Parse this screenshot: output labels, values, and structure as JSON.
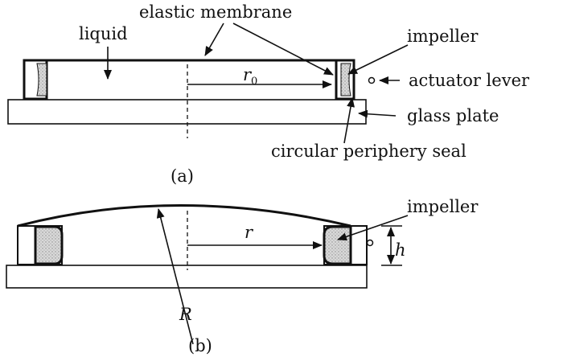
{
  "figure": {
    "labels": {
      "elastic_membrane": "elastic membrane",
      "liquid": "liquid",
      "impeller_a": "impeller",
      "actuator_lever": "actuator lever",
      "glass_plate": "glass plate",
      "circular_periphery_seal": "circular periphery seal",
      "impeller_b": "impeller"
    },
    "symbols": {
      "r0_main": "r",
      "r0_sub": "0",
      "r": "r",
      "h": "h",
      "R": "R"
    },
    "captions": {
      "a": "(a)",
      "b": "(b)"
    }
  }
}
